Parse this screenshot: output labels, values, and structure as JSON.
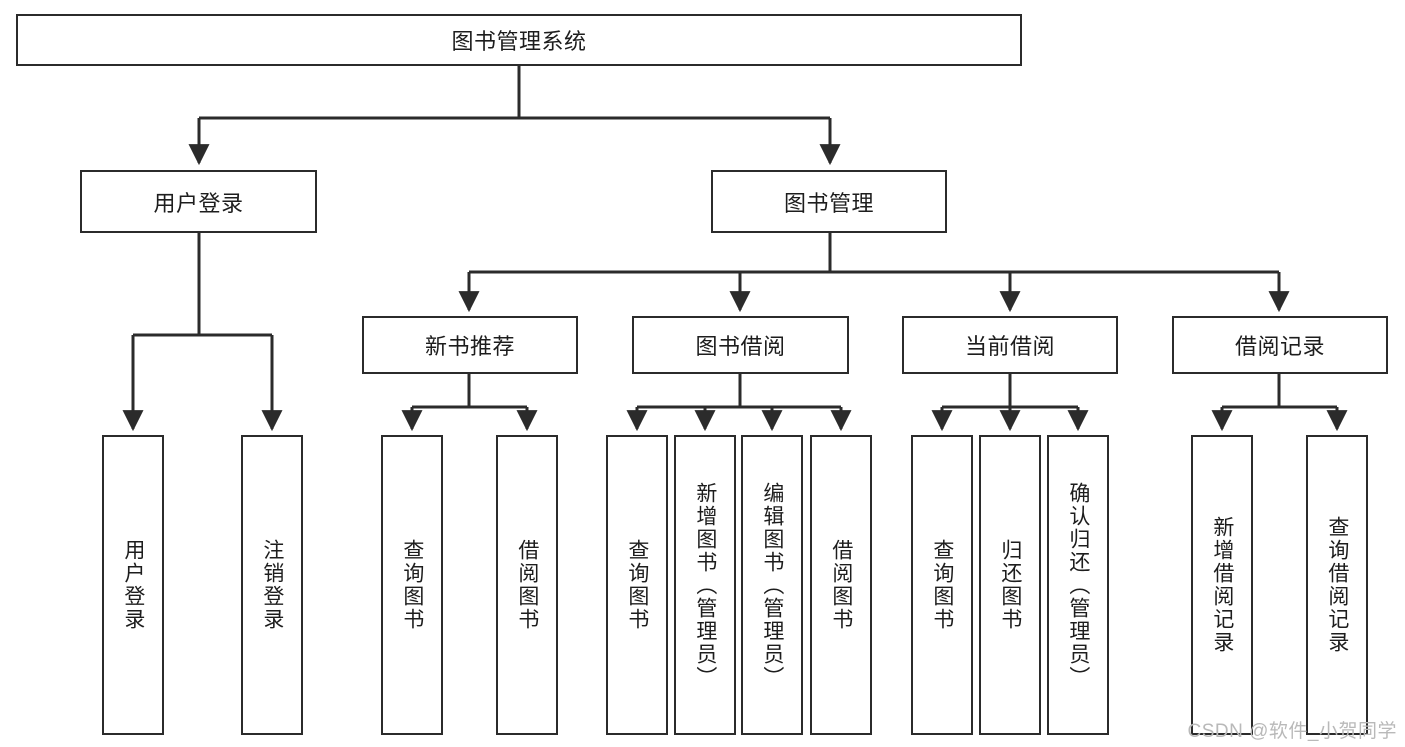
{
  "diagram": {
    "title": "图书管理系统",
    "type": "hierarchy-tree",
    "watermark": "CSDN @软件_小贺同学",
    "colors": {
      "stroke": "#2b2b2b",
      "fill": "#ffffff",
      "text": "#1d1d1d",
      "watermark": "#b9b9b9"
    },
    "root": {
      "label": "图书管理系统"
    },
    "level2": [
      {
        "label": "用户登录"
      },
      {
        "label": "图书管理"
      }
    ],
    "level3": [
      {
        "label": "新书推荐"
      },
      {
        "label": "图书借阅"
      },
      {
        "label": "当前借阅"
      },
      {
        "label": "借阅记录"
      }
    ],
    "leaves": {
      "user_login": [
        {
          "label": "用户登录"
        },
        {
          "label": "注销登录"
        }
      ],
      "new_book": [
        {
          "label": "查询图书"
        },
        {
          "label": "借阅图书"
        }
      ],
      "book_borrow": [
        {
          "label": "查询图书"
        },
        {
          "label": "新增图书（管理员）"
        },
        {
          "label": "编辑图书（管理员）"
        },
        {
          "label": "借阅图书"
        }
      ],
      "current_borrow": [
        {
          "label": "查询图书"
        },
        {
          "label": "归还图书"
        },
        {
          "label": "确认归还（管理员）"
        }
      ],
      "borrow_record": [
        {
          "label": "新增借阅记录"
        },
        {
          "label": "查询借阅记录"
        }
      ]
    }
  }
}
